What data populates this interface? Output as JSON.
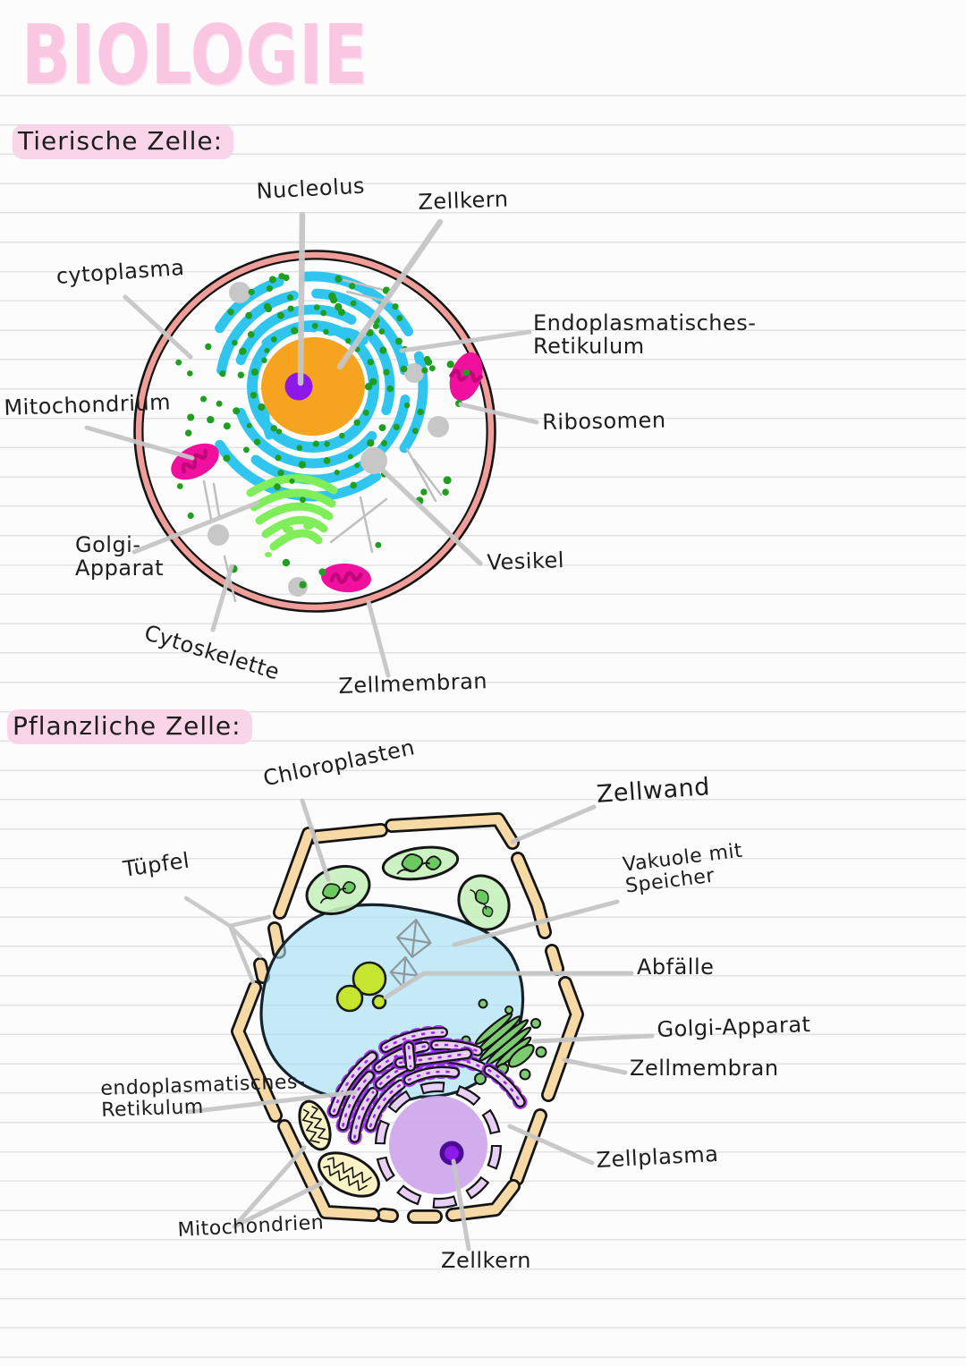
{
  "title": "BIOLOGIE",
  "animal_cell": {
    "heading": "Tierische Zelle:",
    "labels": {
      "nucleolus": "Nucleolus",
      "zellkern": "Zellkern",
      "cytoplasma": "cytoplasma",
      "endoplasmatisches_retikulum": "Endoplasmatisches-\nRetikulum",
      "mitochondrium": "Mitochondrium",
      "ribosomen": "Ribosomen",
      "golgi_apparat": "Golgi-\nApparat",
      "vesikel": "Vesikel",
      "cytoskelette": "Cytoskelette",
      "zellmembran": "Zellmembran"
    }
  },
  "plant_cell": {
    "heading": "Pflanzliche Zelle:",
    "labels": {
      "chloroplasten": "Chloroplasten",
      "zellwand": "Zellwand",
      "tuepfel": "Tüpfel",
      "vakuole": "Vakuole mit\nSpeicher",
      "abfaelle": "Abfälle",
      "golgi_apparat": "Golgi-Apparat",
      "zellmembran": "Zellmembran",
      "endoplasmatisches_retikulum": "endoplasmatisches-\nRetikulum",
      "zellplasma": "Zellplasma",
      "mitochondrien": "Mitochondrien",
      "zellkern": "Zellkern"
    }
  },
  "palette": {
    "title_pink": "#F9C7E2",
    "highlight_pink": "#FAD5EA",
    "rule_line": "#E2E2E2",
    "ink": "#1D1D1D",
    "pointer_gray": "#C6C6C6",
    "membrane_salmon": "#EF9E99",
    "nucleus_orange": "#F6A41F",
    "nucleolus_purple": "#8D18E9",
    "er_cyan": "#2FC5EF",
    "ribosome_green": "#1F9E1F",
    "mito_magenta": "#F10F9D",
    "mito_inner": "#BF0879",
    "golgi_green": "#7FEE58",
    "vesicle_gray": "#C7C7C7",
    "stick_gray": "#BFBFBF",
    "wall_tan": "#F6D9A4",
    "vacuole_blue": "#9FDFF2",
    "speicher_green": "#C4E62E",
    "chloro_light": "#C7EFBC",
    "chloro_dark": "#6CC95F",
    "plant_golgi_green": "#7CCB72",
    "plant_er_lilac": "#E7CFF7",
    "plant_er_purple": "#9B22EE",
    "plant_nucleus": "#CDA6EC",
    "plant_nucleolus_dark": "#4C0C95",
    "plant_nucleolus_bright": "#8D1BE9",
    "plant_mito_yellow": "#F9F3C6",
    "diamond_gray": "#8C989E"
  }
}
